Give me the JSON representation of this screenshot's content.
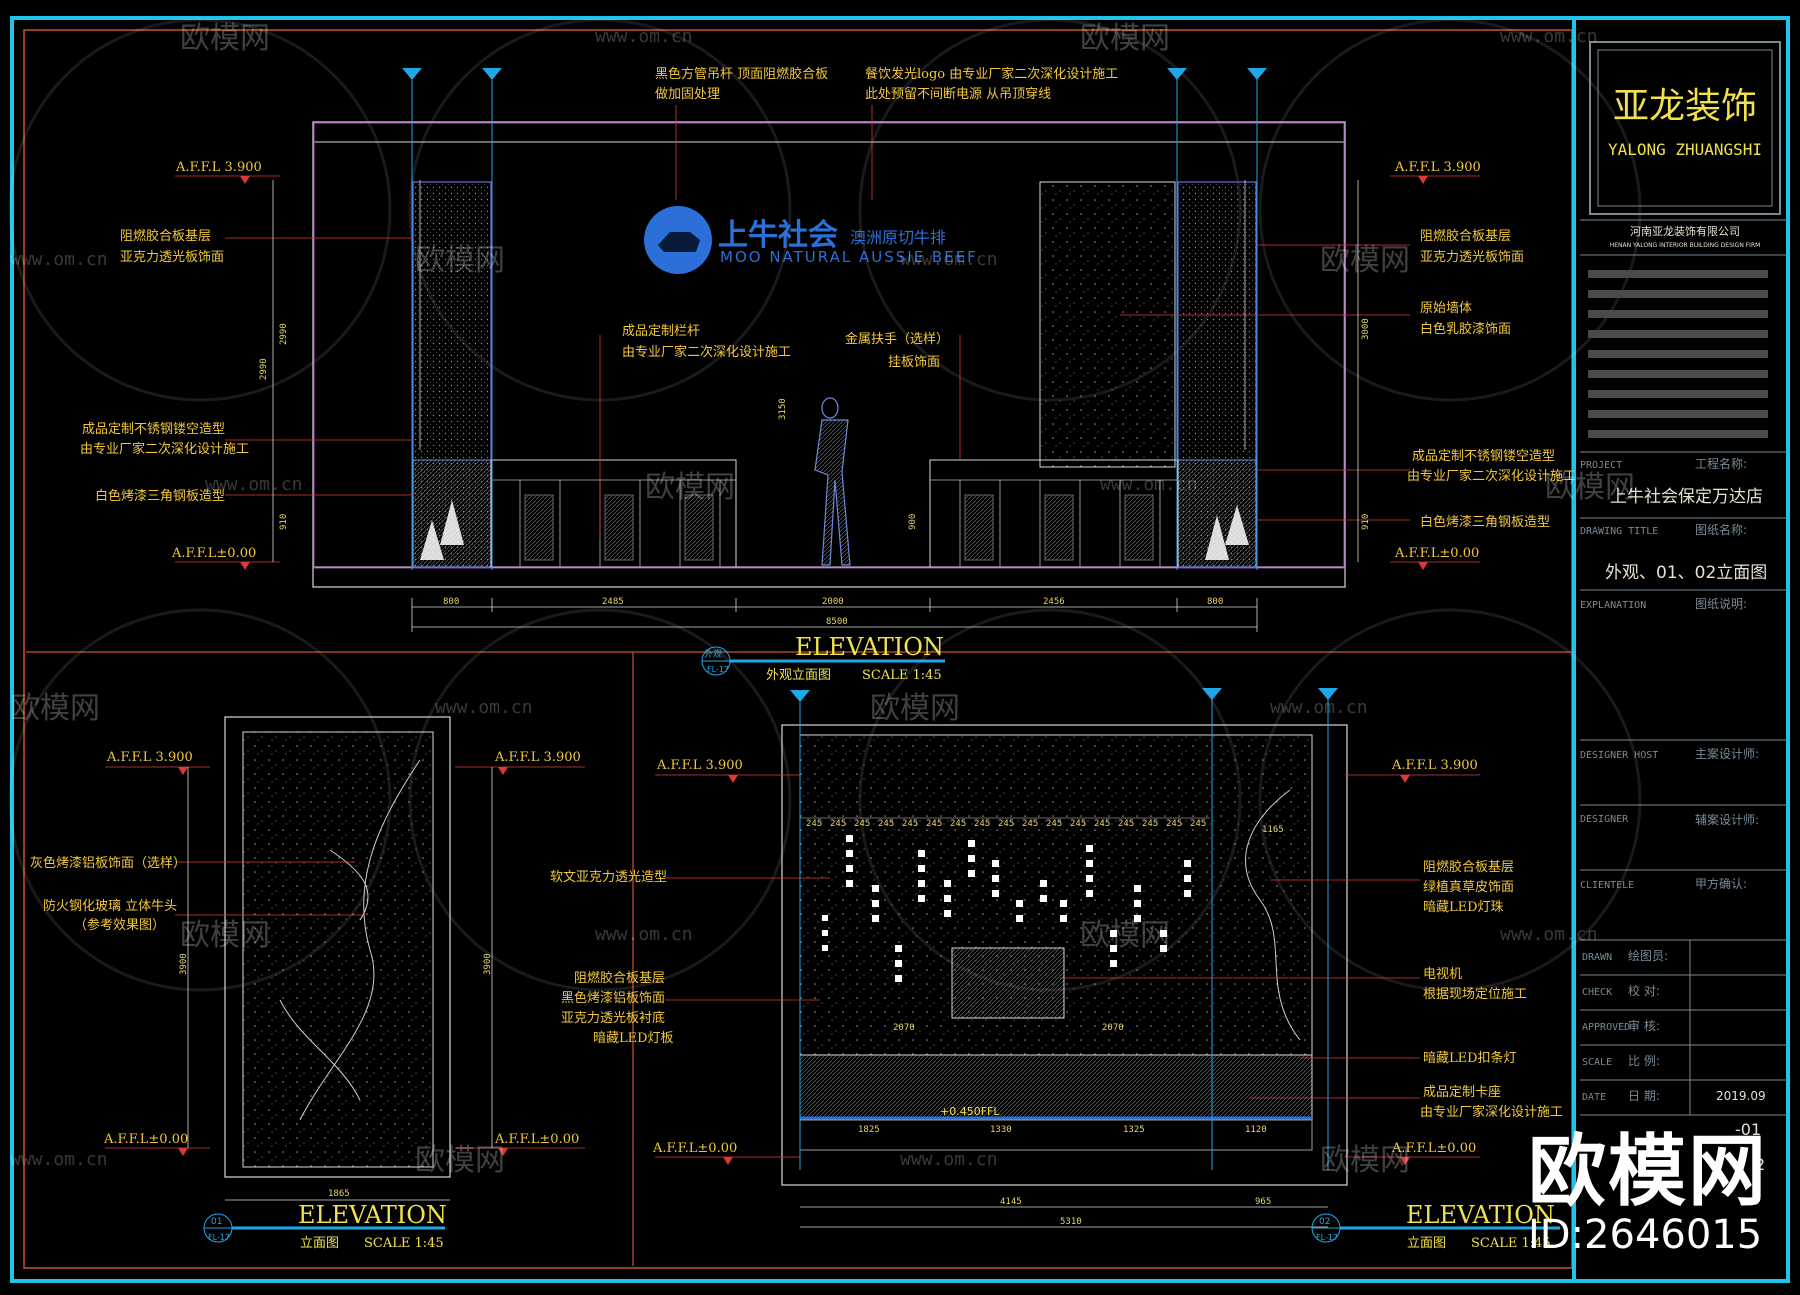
{
  "watermark": {
    "site": "欧模网",
    "url": "www.om.cn"
  },
  "top_elevation": {
    "level_top_left": "A.F.F.L 3.900",
    "level_top_right": "A.F.F.L 3.900",
    "level_bottom_left": "A.F.F.L±0.00",
    "level_bottom_right": "A.F.F.L±0.00",
    "notes_left": [
      "阻燃胶合板基层",
      "亚克力透光板饰面",
      "成品定制不锈钢镂空造型",
      "由专业厂家二次深化设计施工",
      "白色烤漆三角钢板造型"
    ],
    "notes_top": [
      "黑色方管吊杆 顶面阻燃胶合板",
      "做加固处理",
      "餐饮发光logo 由专业厂家二次深化设计施工",
      "此处预留不间断电源 从吊顶穿线"
    ],
    "notes_mid": [
      "成品定制栏杆",
      "由专业厂家二次深化设计施工",
      "金属扶手（选样）",
      "挂板饰面"
    ],
    "notes_right": [
      "阻燃胶合板基层",
      "亚克力透光板饰面",
      "原始墙体",
      "白色乳胶漆饰面",
      "成品定制不锈钢镂空造型",
      "由专业厂家二次深化设计施工",
      "白色烤漆三角钢板造型"
    ],
    "logo_cn": "上牛社会",
    "logo_sub": "澳洲原切牛排",
    "logo_en": "MOO NATURAL AUSSIE BEEF",
    "dims_bottom": [
      "800",
      "2485",
      "2000",
      "2456",
      "800"
    ],
    "dim_total": "8500",
    "dims_vertical": [
      "2990",
      "2990",
      "910",
      "3000",
      "910",
      "3150",
      "900"
    ],
    "title": "ELEVATION",
    "subtitle": "外观立面图",
    "scale": "SCALE 1:45",
    "tag_top": "外观",
    "tag_bottom": "FL-17"
  },
  "left_elevation": {
    "level_top_left": "A.F.F.L 3.900",
    "level_top_right": "A.F.F.L 3.900",
    "level_bottom_left": "A.F.F.L±0.00",
    "level_bottom_right": "A.F.F.L±0.00",
    "notes": [
      "灰色烤漆铝板饰面（选样）",
      "防火钢化玻璃 立体牛头",
      "（参考效果图）"
    ],
    "dim_width": "1865",
    "dim_height": "3900",
    "title": "ELEVATION",
    "subtitle": "立面图",
    "scale": "SCALE 1:45",
    "tag_top": "01",
    "tag_bottom": "FL-17"
  },
  "right_elevation": {
    "level_top_left": "A.F.F.L 3.900",
    "level_top_right": "A.F.F.L 3.900",
    "level_bottom_left": "A.F.F.L±0.00",
    "level_bottom_right": "A.F.F.L±0.00",
    "notes_left": [
      "软文亚克力透光造型",
      "阻燃胶合板基层",
      "黑色烤漆铝板饰面",
      "亚克力透光板衬底",
      "暗藏LED灯板"
    ],
    "notes_right": [
      "阻燃胶合板基层",
      "绿植真草皮饰面",
      "暗藏LED灯珠",
      "电视机",
      "根据现场定位施工",
      "暗藏LED扣条灯",
      "成品定制卡座",
      "由专业厂家深化设计施工"
    ],
    "dims_top_repeat": "245",
    "dim_1165": "1165",
    "dims_mid": [
      "2070",
      "2070"
    ],
    "dims_bottom": [
      "1825",
      "1330",
      "1325",
      "1120"
    ],
    "dims_total": [
      "4145",
      "965",
      "5310"
    ],
    "floor_mark": "+0.450FFL",
    "title": "ELEVATION",
    "subtitle": "立面图",
    "scale": "SCALE 1:45",
    "tag_top": "02",
    "tag_bottom": "FL-17"
  },
  "title_block": {
    "company_cn": "亚龙装饰",
    "company_en": "YALONG ZHUANGSHI",
    "company_full": "河南亚龙装饰有限公司",
    "company_full_en": "HENAN YALONG INTERIOR BUILDING DESIGN FIRM",
    "rows": [
      {
        "en": "PROJECT",
        "cn": "工程名称:",
        "value": "上牛社会保定万达店"
      },
      {
        "en": "DRAWING TITLE",
        "cn": "图纸名称:",
        "value": "外观、01、02立面图"
      },
      {
        "en": "EXPLANATION",
        "cn": "图纸说明:",
        "value": ""
      },
      {
        "en": "DESIGNER HOST",
        "cn": "主案设计师:",
        "value": ""
      },
      {
        "en": "DESIGNER",
        "cn": "辅案设计师:",
        "value": ""
      },
      {
        "en": "CLIENTELE",
        "cn": "甲方确认:",
        "value": ""
      }
    ],
    "small_rows": [
      {
        "en": "DRAWN",
        "cn": "绘图员:",
        "value": ""
      },
      {
        "en": "CHECK",
        "cn": "校 对:",
        "value": ""
      },
      {
        "en": "APPROVED",
        "cn": "审 核:",
        "value": ""
      },
      {
        "en": "SCALE",
        "cn": "比 例:",
        "value": ""
      },
      {
        "en": "DATE",
        "cn": "日 期:",
        "value": "2019.09"
      }
    ],
    "sheet_no": "-01",
    "sheet_no2": "2"
  },
  "brand": {
    "name": "欧模网",
    "id": "ID:2646015"
  },
  "colors": {
    "frame": "#1fc4e8",
    "border": "#c8542a",
    "text": "#f2c83a",
    "blue": "#2b6fd8"
  }
}
